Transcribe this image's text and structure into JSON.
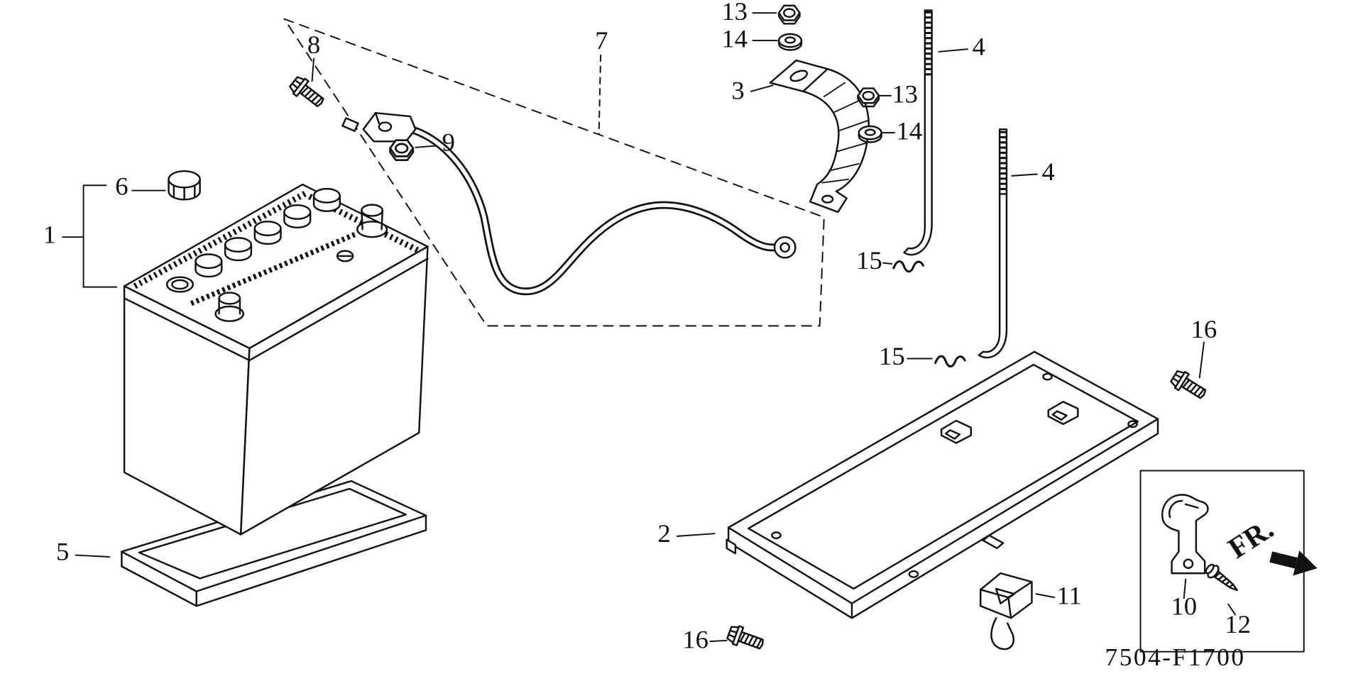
{
  "colors": {
    "ink": "#111111",
    "paper": "#ffffff"
  },
  "diagram": {
    "code": "7504-F1700",
    "direction_label": "FR.",
    "callouts": [
      {
        "label": "13"
      },
      {
        "label": "14"
      },
      {
        "label": "7"
      },
      {
        "label": "4"
      },
      {
        "label": "8"
      },
      {
        "label": "3"
      },
      {
        "label": "13"
      },
      {
        "label": "14"
      },
      {
        "label": "9"
      },
      {
        "label": "4"
      },
      {
        "label": "6"
      },
      {
        "label": "1"
      },
      {
        "label": "15"
      },
      {
        "label": "15"
      },
      {
        "label": "16"
      },
      {
        "label": "2"
      },
      {
        "label": "5"
      },
      {
        "label": "11"
      },
      {
        "label": "10"
      },
      {
        "label": "12"
      },
      {
        "label": "16"
      }
    ]
  }
}
